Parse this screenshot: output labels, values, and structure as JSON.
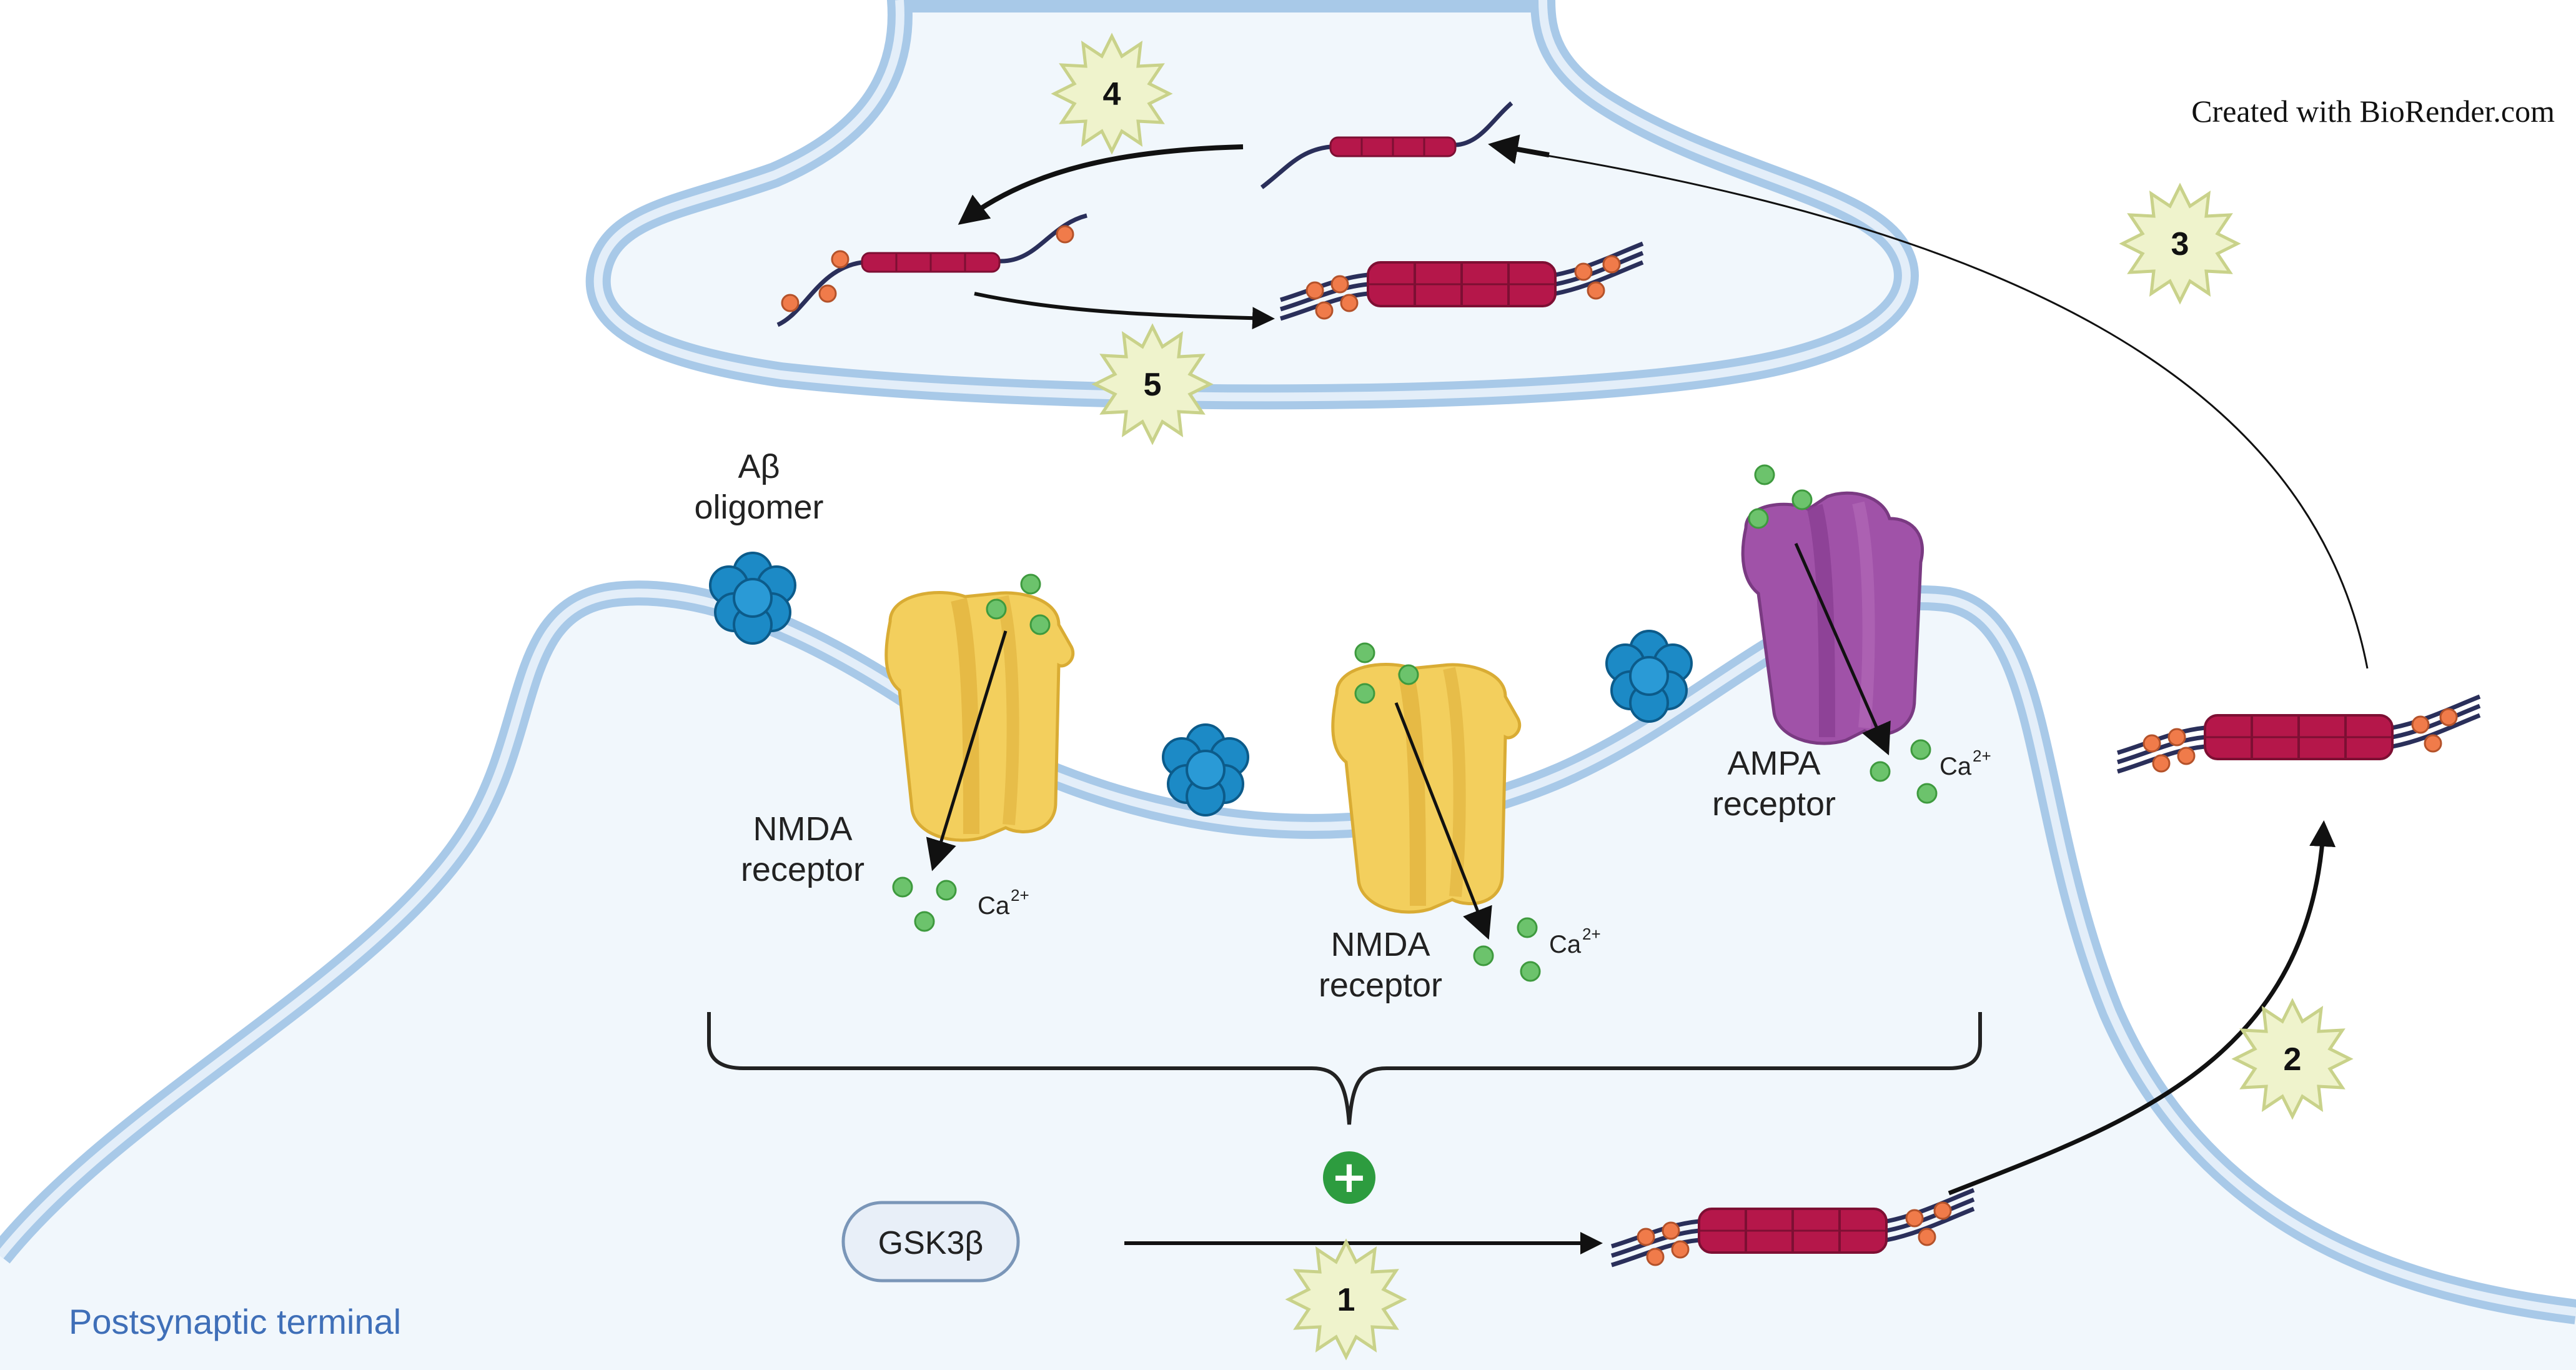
{
  "credit": "Created with BioRender.com",
  "region_label": "Postsynaptic terminal",
  "labels": {
    "abeta_line1": "Aβ",
    "abeta_line2": "oligomer",
    "nmda_left_line1": "NMDA",
    "nmda_left_line2": "receptor",
    "nmda_mid_line1": "NMDA",
    "nmda_mid_line2": "receptor",
    "ampa_line1": "AMPA",
    "ampa_line2": "receptor",
    "ca": "Ca",
    "ca_charge": "2+",
    "gsk": "GSK3β",
    "plus": "+"
  },
  "steps": [
    "1",
    "2",
    "3",
    "4",
    "5"
  ],
  "colors": {
    "membrane_fill": "#f1f7fc",
    "membrane_outer": "#a8c9e8",
    "membrane_inner": "#e3eef9",
    "tau_core": "#b5174a",
    "tau_tail": "#2a2f5a",
    "phosphate": "#f07b4a",
    "oligomer": "#1c8ac6",
    "nmda": "#f3cf5d",
    "ampa": "#a052a8",
    "calcium": "#6cc36c",
    "star": "#e9eec4",
    "star_stroke": "#c9d28a",
    "plus_circle": "#2d9c3f",
    "arrow": "#111111"
  }
}
